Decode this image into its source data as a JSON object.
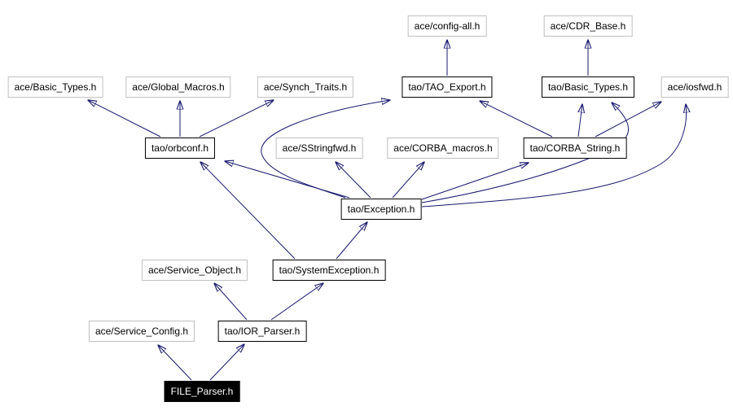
{
  "diagram": {
    "kind": "include-dependency-graph",
    "colors": {
      "edge": "#191970",
      "external_node_border": "#c0c0c0",
      "documented_node_border": "#000000",
      "node_background": "#ffffff",
      "root_node_background": "#000000",
      "root_node_text": "#ffffff"
    },
    "nodes": [
      {
        "label": "ace/config-all.h",
        "kind": "external"
      },
      {
        "label": "ace/CDR_Base.h",
        "kind": "external"
      },
      {
        "label": "ace/Basic_Types.h",
        "kind": "external"
      },
      {
        "label": "ace/Global_Macros.h",
        "kind": "external"
      },
      {
        "label": "ace/Synch_Traits.h",
        "kind": "external"
      },
      {
        "label": "tao/TAO_Export.h",
        "kind": "documented"
      },
      {
        "label": "tao/Basic_Types.h",
        "kind": "documented"
      },
      {
        "label": "ace/iosfwd.h",
        "kind": "external"
      },
      {
        "label": "tao/orbconf.h",
        "kind": "documented"
      },
      {
        "label": "ace/SStringfwd.h",
        "kind": "external"
      },
      {
        "label": "ace/CORBA_macros.h",
        "kind": "external"
      },
      {
        "label": "tao/CORBA_String.h",
        "kind": "documented"
      },
      {
        "label": "tao/Exception.h",
        "kind": "documented"
      },
      {
        "label": "ace/Service_Object.h",
        "kind": "external"
      },
      {
        "label": "tao/SystemException.h",
        "kind": "documented"
      },
      {
        "label": "ace/Service_Config.h",
        "kind": "external"
      },
      {
        "label": "tao/IOR_Parser.h",
        "kind": "documented"
      },
      {
        "label": "FILE_Parser.h",
        "kind": "root"
      }
    ],
    "edges": [
      {
        "from": "FILE_Parser.h",
        "to": "ace/Service_Config.h"
      },
      {
        "from": "FILE_Parser.h",
        "to": "tao/IOR_Parser.h"
      },
      {
        "from": "tao/IOR_Parser.h",
        "to": "ace/Service_Object.h"
      },
      {
        "from": "tao/IOR_Parser.h",
        "to": "tao/SystemException.h"
      },
      {
        "from": "tao/SystemException.h",
        "to": "tao/orbconf.h"
      },
      {
        "from": "tao/SystemException.h",
        "to": "tao/Exception.h"
      },
      {
        "from": "tao/Exception.h",
        "to": "tao/orbconf.h"
      },
      {
        "from": "tao/Exception.h",
        "to": "ace/SStringfwd.h"
      },
      {
        "from": "tao/Exception.h",
        "to": "ace/CORBA_macros.h"
      },
      {
        "from": "tao/Exception.h",
        "to": "tao/CORBA_String.h"
      },
      {
        "from": "tao/Exception.h",
        "to": "tao/TAO_Export.h"
      },
      {
        "from": "tao/Exception.h",
        "to": "tao/Basic_Types.h"
      },
      {
        "from": "tao/Exception.h",
        "to": "ace/iosfwd.h"
      },
      {
        "from": "tao/CORBA_String.h",
        "to": "tao/TAO_Export.h"
      },
      {
        "from": "tao/CORBA_String.h",
        "to": "tao/Basic_Types.h"
      },
      {
        "from": "tao/CORBA_String.h",
        "to": "ace/iosfwd.h"
      },
      {
        "from": "tao/orbconf.h",
        "to": "ace/Basic_Types.h"
      },
      {
        "from": "tao/orbconf.h",
        "to": "ace/Global_Macros.h"
      },
      {
        "from": "tao/orbconf.h",
        "to": "ace/Synch_Traits.h"
      },
      {
        "from": "tao/TAO_Export.h",
        "to": "ace/config-all.h"
      },
      {
        "from": "tao/Basic_Types.h",
        "to": "ace/CDR_Base.h"
      }
    ]
  }
}
